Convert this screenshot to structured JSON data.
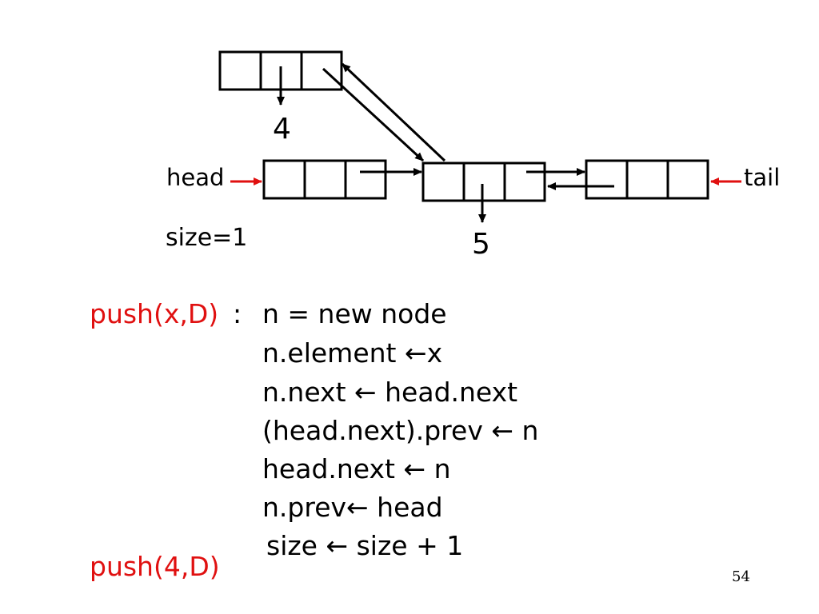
{
  "labels": {
    "head": "head",
    "tail": "tail",
    "size": "size=1",
    "value_new": "4",
    "value_existing": "5"
  },
  "code": {
    "header": "push(x,D)",
    "colon": ":",
    "lines": [
      "n = new node",
      "n.element ←x",
      "n.next ← head.next",
      "(head.next).prev ← n",
      "head.next ← n",
      "n.prev← head",
      "size ← size + 1"
    ],
    "call": "push(4,D)"
  },
  "page_number": "54",
  "colors": {
    "ink": "#000000",
    "accent": "#e01010"
  }
}
